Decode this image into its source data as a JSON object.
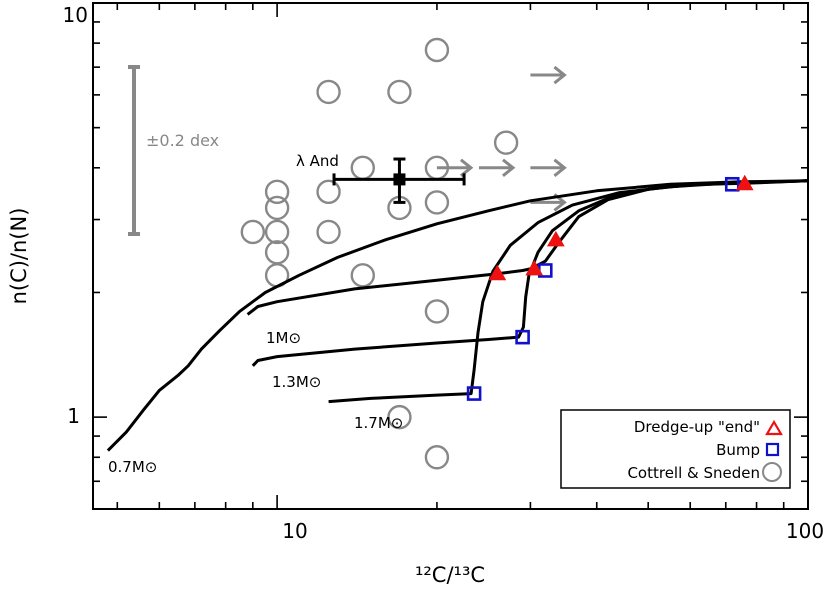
{
  "chart_data": {
    "type": "scatter",
    "xlabel": "¹²C/¹³C",
    "ylabel": "n(C)/n(N)",
    "xscale": "log",
    "yscale": "log",
    "xlim": [
      4.5,
      100
    ],
    "ylim": [
      0.6,
      10
    ],
    "x_tick_labels": [
      "10",
      "100"
    ],
    "y_tick_labels": [
      "1",
      "10"
    ],
    "colors": {
      "axes": "#000000",
      "observed": "#888888",
      "dredge": "#ee1111",
      "bump": "#1111cc"
    },
    "tracks": [
      {
        "label": "0.7M⊙",
        "points": [
          [
            4.8,
            0.83
          ],
          [
            5.2,
            0.92
          ],
          [
            5.6,
            1.04
          ],
          [
            6.0,
            1.16
          ],
          [
            6.5,
            1.26
          ],
          [
            6.8,
            1.33
          ],
          [
            7.2,
            1.46
          ],
          [
            7.8,
            1.62
          ],
          [
            8.5,
            1.8
          ],
          [
            9.5,
            2.0
          ],
          [
            11,
            2.2
          ],
          [
            13,
            2.43
          ],
          [
            16,
            2.68
          ],
          [
            20,
            2.93
          ],
          [
            25,
            3.15
          ],
          [
            30,
            3.33
          ],
          [
            40,
            3.52
          ],
          [
            55,
            3.65
          ],
          [
            75,
            3.7
          ],
          [
            100,
            3.72
          ]
        ]
      },
      {
        "label": "1M⊙",
        "points": [
          [
            8.8,
            1.77
          ],
          [
            9.2,
            1.85
          ],
          [
            10,
            1.9
          ],
          [
            14,
            2.04
          ],
          [
            20,
            2.14
          ],
          [
            26,
            2.22
          ],
          [
            29,
            2.26
          ],
          [
            30,
            2.28
          ],
          [
            32,
            2.38
          ],
          [
            34,
            2.65
          ],
          [
            37,
            3.05
          ],
          [
            42,
            3.35
          ],
          [
            50,
            3.55
          ],
          [
            60,
            3.64
          ],
          [
            76,
            3.67
          ],
          [
            100,
            3.72
          ]
        ]
      },
      {
        "label": "1.3M⊙",
        "points": [
          [
            9.0,
            1.33
          ],
          [
            9.2,
            1.37
          ],
          [
            10,
            1.4
          ],
          [
            14,
            1.46
          ],
          [
            20,
            1.51
          ],
          [
            25,
            1.54
          ],
          [
            28.5,
            1.56
          ],
          [
            29.1,
            1.65
          ],
          [
            29.4,
            1.95
          ],
          [
            29.8,
            2.2
          ],
          [
            31,
            2.5
          ],
          [
            33,
            2.82
          ],
          [
            37,
            3.15
          ],
          [
            43,
            3.42
          ],
          [
            52,
            3.58
          ],
          [
            65,
            3.66
          ],
          [
            100,
            3.72
          ]
        ]
      },
      {
        "label": "1.7M⊙",
        "points": [
          [
            12.5,
            1.09
          ],
          [
            15,
            1.11
          ],
          [
            20,
            1.13
          ],
          [
            23.2,
            1.14
          ],
          [
            23.5,
            1.3
          ],
          [
            23.9,
            1.6
          ],
          [
            24.4,
            1.9
          ],
          [
            25.5,
            2.25
          ],
          [
            27.5,
            2.6
          ],
          [
            31,
            2.95
          ],
          [
            36,
            3.25
          ],
          [
            44,
            3.48
          ],
          [
            55,
            3.6
          ],
          [
            70,
            3.67
          ],
          [
            100,
            3.72
          ]
        ]
      }
    ],
    "series": [
      {
        "name": "Dredge-up \"end\"",
        "marker": "triangle",
        "color": "#ee1111",
        "points": [
          [
            26,
            2.22
          ],
          [
            30.5,
            2.28
          ],
          [
            33.5,
            2.68
          ],
          [
            76,
            3.66
          ]
        ]
      },
      {
        "name": "Bump",
        "marker": "square",
        "color": "#1111cc",
        "points": [
          [
            23.5,
            1.14
          ],
          [
            29,
            1.56
          ],
          [
            32,
            2.26
          ],
          [
            72,
            3.65
          ]
        ]
      },
      {
        "name": "Cottrell & Sneden",
        "marker": "circle",
        "color": "#888888",
        "points": [
          [
            20,
            7.7
          ],
          [
            12.5,
            6.1
          ],
          [
            17,
            6.1
          ],
          [
            14.5,
            4.0
          ],
          [
            20,
            4.0
          ],
          [
            27,
            4.6
          ],
          [
            10,
            3.5
          ],
          [
            12.5,
            3.5
          ],
          [
            17,
            3.2
          ],
          [
            20,
            3.3
          ],
          [
            10,
            3.2
          ],
          [
            9,
            2.8
          ],
          [
            10,
            2.8
          ],
          [
            12.5,
            2.8
          ],
          [
            10,
            2.5
          ],
          [
            10,
            2.2
          ],
          [
            14.5,
            2.2
          ],
          [
            20,
            1.8
          ],
          [
            17,
            1.0
          ],
          [
            20,
            0.8
          ]
        ]
      }
    ],
    "lower_limits": [
      [
        20,
        4.0
      ],
      [
        24,
        4.0
      ],
      [
        30,
        6.7
      ],
      [
        30,
        4.0
      ],
      [
        30,
        3.3
      ]
    ],
    "lambda_and": {
      "label": "λ And",
      "x": 17,
      "y": 3.75,
      "x_err": [
        12.8,
        22.5
      ],
      "y_err": [
        3.3,
        4.2
      ]
    },
    "error_bar_label": "±0.2 dex",
    "legend": {
      "position": "bottom-right",
      "entries": [
        "Dredge-up \"end\"",
        "Bump",
        "Cottrell & Sneden"
      ]
    },
    "grid": false
  }
}
